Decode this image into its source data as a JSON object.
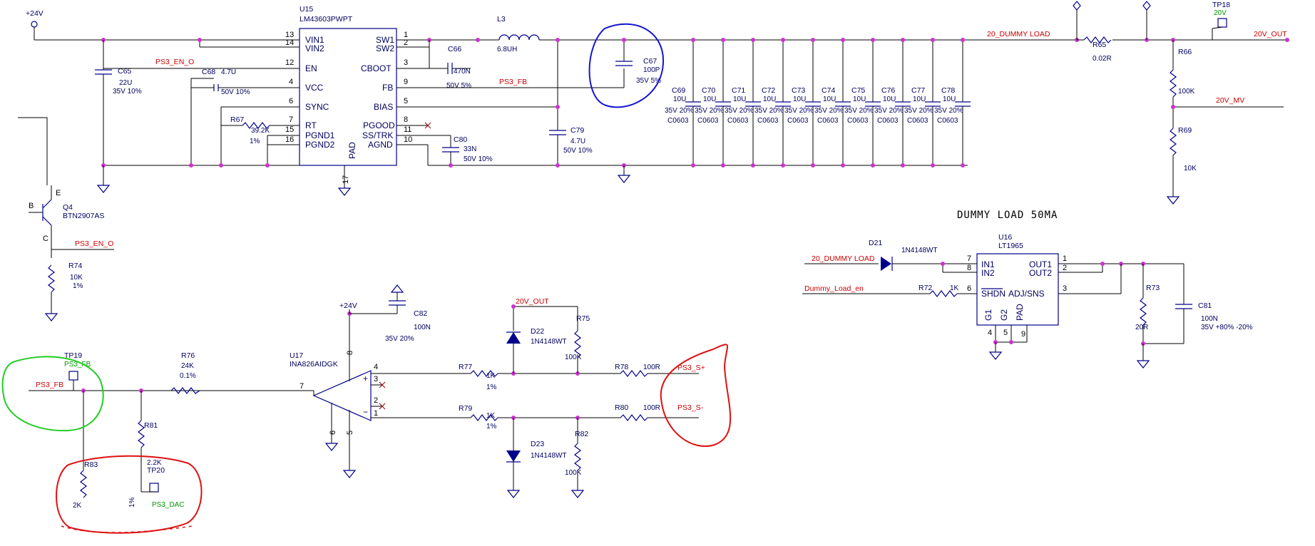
{
  "title": "DUMMY LOAD 50MA",
  "ics": {
    "u15": {
      "ref": "U15",
      "part": "LM43603PWPT",
      "left_pins": [
        {
          "n": "13",
          "name": "VIN1"
        },
        {
          "n": "14",
          "name": "VIN2"
        },
        {
          "n": "12",
          "name": "EN"
        },
        {
          "n": "4",
          "name": "VCC"
        },
        {
          "n": "6",
          "name": "SYNC"
        },
        {
          "n": "7",
          "name": "RT"
        },
        {
          "n": "15",
          "name": "PGND1"
        },
        {
          "n": "16",
          "name": "PGND2"
        }
      ],
      "right_pins": [
        {
          "n": "1",
          "name": "SW1"
        },
        {
          "n": "2",
          "name": "SW2"
        },
        {
          "n": "3",
          "name": "CBOOT"
        },
        {
          "n": "9",
          "name": "FB"
        },
        {
          "n": "5",
          "name": "BIAS"
        },
        {
          "n": "8",
          "name": "PGOOD"
        },
        {
          "n": "11",
          "name": "SS/TRK"
        },
        {
          "n": "10",
          "name": "AGND"
        }
      ],
      "pad_label": "PAD",
      "pad_pin": "17"
    },
    "u16": {
      "ref": "U16",
      "part": "LT1965",
      "left_pins": [
        {
          "n": "7",
          "name": "IN1"
        },
        {
          "n": "8",
          "name": "IN2"
        },
        {
          "n": "6",
          "name": "SHDN"
        }
      ],
      "right_pins": [
        {
          "n": "1",
          "name": "OUT1"
        },
        {
          "n": "2",
          "name": "OUT2"
        },
        {
          "n": "3",
          "name": "ADJ/SNS"
        }
      ],
      "bottom_pins": [
        {
          "n": "4",
          "name": "G1"
        },
        {
          "n": "5",
          "name": "G2"
        },
        {
          "n": "9",
          "name": "PAD"
        }
      ]
    },
    "u17": {
      "ref": "U17",
      "part": "INA826AIDGK",
      "pins": {
        "out": "7",
        "vs_pos": "8",
        "vs_neg": "5",
        "ref": "6",
        "in_pos": "4",
        "in_neg": "1",
        "rg1": "3",
        "rg2": "2"
      }
    }
  },
  "nets": {
    "p24v": "+24V",
    "ps3_en_o": "PS3_EN_O",
    "ps3_fb": "PS3_FB",
    "dummy_load": "20_DUMMY LOAD",
    "v20_out": "20V_OUT",
    "v20_mv": "20V_MV",
    "dummy_load_en": "Dummy_Load_en",
    "ps3_s_pos": "PS3_S+",
    "ps3_s_neg": "PS3_S-",
    "ps3_dac": "PS3_DAC"
  },
  "parts": {
    "l3": {
      "ref": "L3",
      "val": "6.8UH"
    },
    "c65": {
      "ref": "C65",
      "val": "22U",
      "val2": "35V 10%"
    },
    "c68": {
      "ref": "C68",
      "val": "4.7U",
      "val2": "50V 10%"
    },
    "c66": {
      "ref": "C66",
      "val": "470N",
      "val2": "50V 5%"
    },
    "c67": {
      "ref": "C67",
      "val": "100P",
      "val2": "35V 5%"
    },
    "c79": {
      "ref": "C79",
      "val": "4.7U",
      "val2": "50V 10%"
    },
    "c80": {
      "ref": "C80",
      "val": "33N",
      "val2": "50V 10%"
    },
    "r67": {
      "ref": "R67",
      "val": "39.2K",
      "val2": "1%"
    },
    "r65": {
      "ref": "R65",
      "val": "0.02R"
    },
    "r66": {
      "ref": "R66",
      "val": "100K"
    },
    "r69": {
      "ref": "R69",
      "val": "10K"
    },
    "q4": {
      "ref": "Q4",
      "val": "BTN2907AS",
      "b": "B",
      "c": "C",
      "e": "E"
    },
    "r74": {
      "ref": "R74",
      "val": "10K",
      "val2": "1%"
    },
    "d21": {
      "ref": "D21",
      "val": "1N4148WT"
    },
    "r72": {
      "ref": "R72",
      "val": "1K"
    },
    "r73": {
      "ref": "R73",
      "val": "20R"
    },
    "c81": {
      "ref": "C81",
      "val": "100N",
      "val2": "35V +80% -20%"
    },
    "c82": {
      "ref": "C82",
      "val": "100N",
      "val2": "35V 20%"
    },
    "r76": {
      "ref": "R76",
      "val": "24K",
      "val2": "0.1%"
    },
    "r77": {
      "ref": "R77",
      "val": "1K",
      "val2": "1%"
    },
    "r79": {
      "ref": "R79",
      "val": "1K",
      "val2": "1%"
    },
    "r78": {
      "ref": "R78",
      "val": "100R"
    },
    "r80": {
      "ref": "R80",
      "val": "100R"
    },
    "r75": {
      "ref": "R75",
      "val": "100K"
    },
    "r82": {
      "ref": "R82",
      "val": "100K"
    },
    "d22": {
      "ref": "D22",
      "val": "1N4148WT"
    },
    "d23": {
      "ref": "D23",
      "val": "1N4148WT"
    },
    "r81": {
      "ref": "R81",
      "val": "2.2K"
    },
    "r83": {
      "ref": "R83",
      "val": "2K"
    },
    "r83_tol": "1%"
  },
  "out_caps": [
    {
      "ref": "C69",
      "val": "10U",
      "rating": "35V 20%",
      "pkg": "C0603"
    },
    {
      "ref": "C70",
      "val": "10U",
      "rating": "35V 20%",
      "pkg": "C0603"
    },
    {
      "ref": "C71",
      "val": "10U",
      "rating": "35V 20%",
      "pkg": "C0603"
    },
    {
      "ref": "C72",
      "val": "10U",
      "rating": "35V 20%",
      "pkg": "C0603"
    },
    {
      "ref": "C73",
      "val": "10U",
      "rating": "35V 20%",
      "pkg": "C0603"
    },
    {
      "ref": "C74",
      "val": "10U",
      "rating": "35V 20%",
      "pkg": "C0603"
    },
    {
      "ref": "C75",
      "val": "10U",
      "rating": "35V 20%",
      "pkg": "C0603"
    },
    {
      "ref": "C76",
      "val": "10U",
      "rating": "35V 20%",
      "pkg": "C0603"
    },
    {
      "ref": "C77",
      "val": "10U",
      "rating": "35V 20%",
      "pkg": "C0603"
    },
    {
      "ref": "C78",
      "val": "10U",
      "rating": "35V 20%",
      "pkg": "C0603"
    }
  ],
  "testpoints": {
    "tp18": {
      "ref": "TP18",
      "val": "20V"
    },
    "tp19": {
      "ref": "TP19",
      "val": "PS3_FB"
    },
    "tp20": {
      "ref": "TP20",
      "val": "PS3_DAC"
    }
  },
  "colors": {
    "wire": "#000000",
    "junction": "#cc33cc",
    "net_label": "#cc0000",
    "component": "#00008b",
    "testpoint_label": "#009900",
    "annotation_blue": "#1515d0",
    "annotation_green": "#22cc22",
    "annotation_red": "#dd1111"
  }
}
